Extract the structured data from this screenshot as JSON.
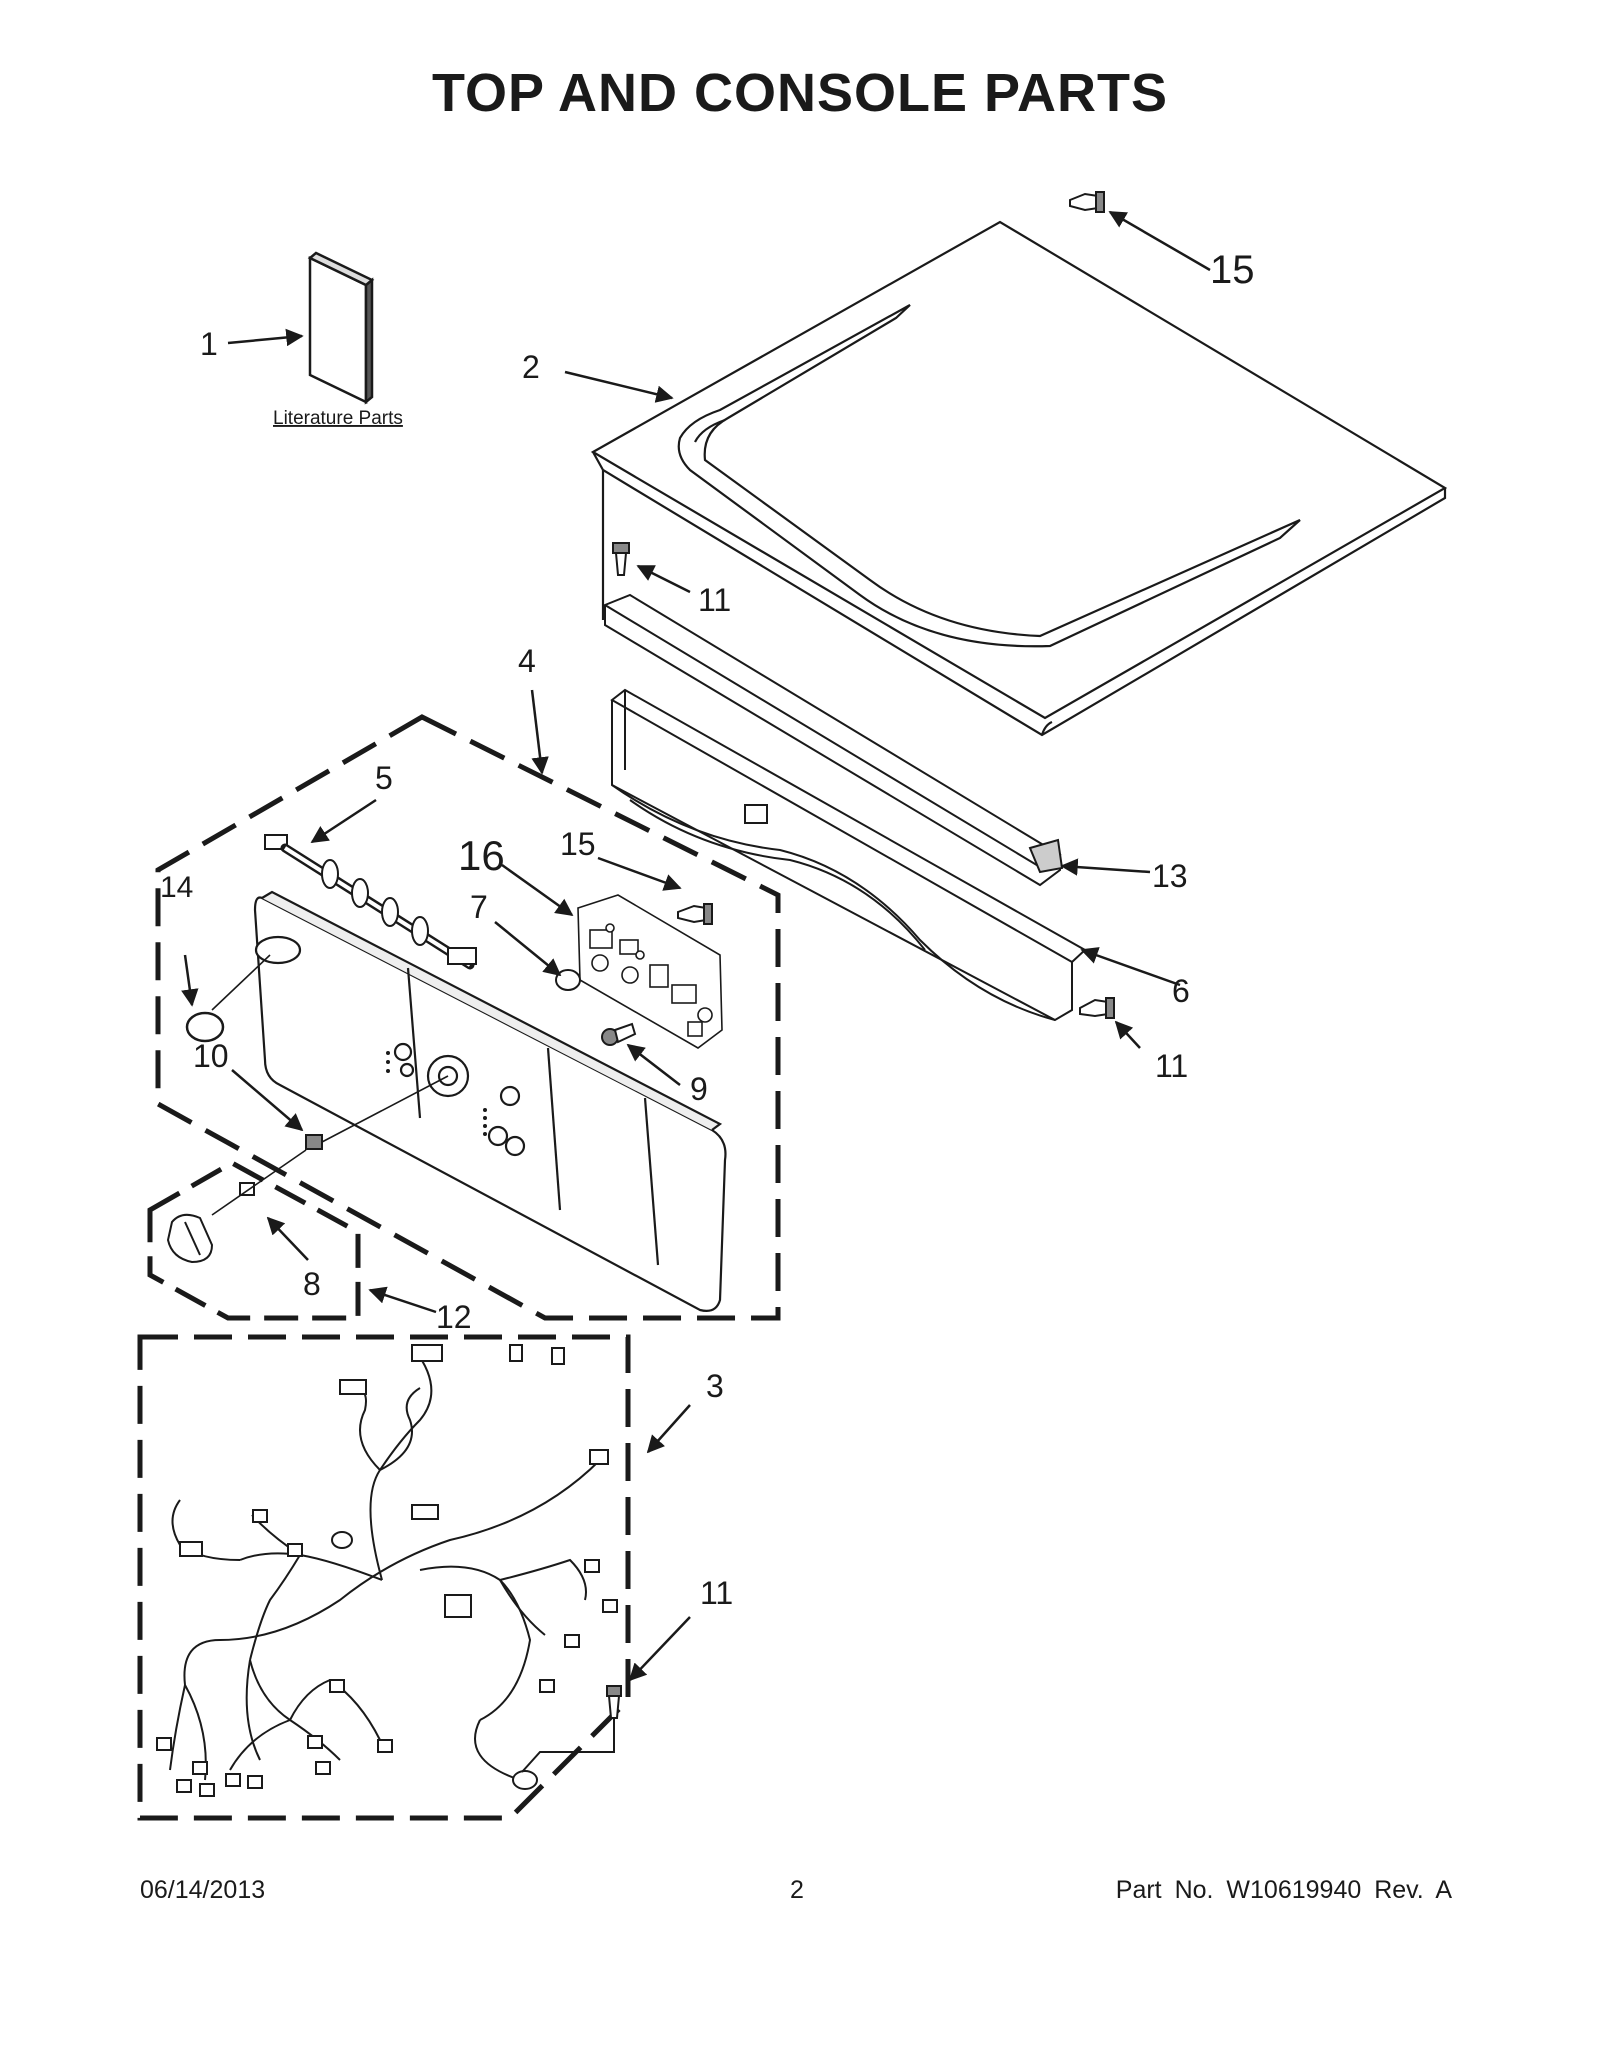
{
  "title": "TOP AND CONSOLE PARTS",
  "literature_label": "Literature Parts",
  "callouts": {
    "c1": "1",
    "c2": "2",
    "c3": "3",
    "c4": "4",
    "c5": "5",
    "c6": "6",
    "c7": "7",
    "c8": "8",
    "c9": "9",
    "c10": "10",
    "c11a": "11",
    "c11b": "11",
    "c11c": "11",
    "c12": "12",
    "c13": "13",
    "c14": "14",
    "c15a": "15",
    "c15b": "15",
    "c16": "16"
  },
  "footer": {
    "date": "06/14/2013",
    "page": "2",
    "part": "Part No.  W10619940  Rev.  A"
  }
}
